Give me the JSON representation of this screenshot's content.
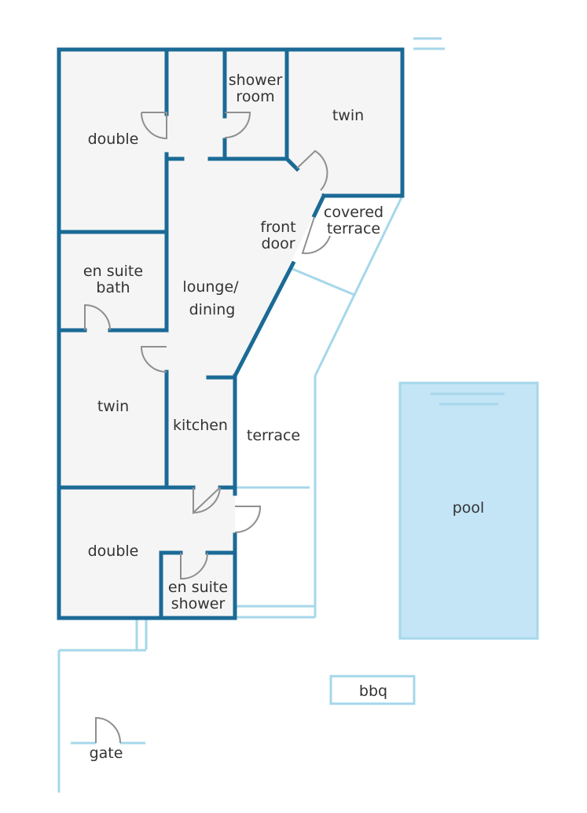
{
  "labels": {
    "double_top": "double",
    "shower_room_1": "shower",
    "shower_room_2": "room",
    "twin_top": "twin",
    "front_door_1": "front",
    "front_door_2": "door",
    "covered_terrace_1": "covered",
    "covered_terrace_2": "terrace",
    "en_suite_bath_1": "en suite",
    "en_suite_bath_2": "bath",
    "lounge_1": "lounge/",
    "lounge_2": "dining",
    "twin_left": "twin",
    "kitchen": "kitchen",
    "terrace": "terrace",
    "pool": "pool",
    "double_bottom": "double",
    "en_suite_shower_1": "en suite",
    "en_suite_shower_2": "shower",
    "bbq": "bbq",
    "gate": "gate"
  },
  "colors": {
    "wall": "#1b6a96",
    "light_line": "#a6d7ea",
    "pool_fill": "#c3e5f6",
    "room_fill": "#f5f5f5",
    "door_arc": "#8f8f8f"
  }
}
